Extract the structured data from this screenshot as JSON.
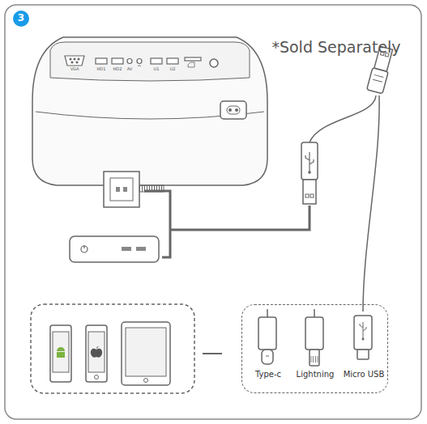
{
  "diagram": {
    "nodes": [
      {
        "text": [
          "Type-c",
          "Lightning",
          "Micro USB"
        ]
      }
    ],
    "labels": [
      "3",
      "*Sold Separately",
      "VGA",
      "HD1",
      "HD2",
      "AV",
      "U1",
      "U2"
    ]
  }
}
